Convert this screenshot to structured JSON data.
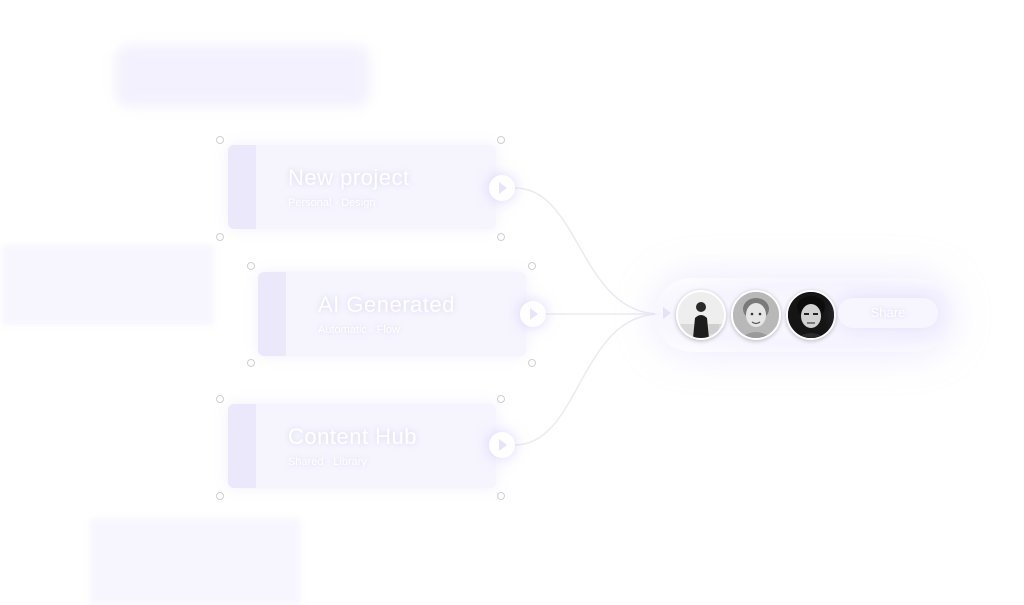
{
  "flow": {
    "nodes": [
      {
        "title": "New project",
        "subtitle": "Personal · Design"
      },
      {
        "title": "AI Generated",
        "subtitle": "Automatic · Flow"
      },
      {
        "title": "Content Hub",
        "subtitle": "Shared · Library"
      }
    ],
    "hub": {
      "label": "Share",
      "avatars": [
        "person-avatar-1",
        "person-avatar-2",
        "person-avatar-3"
      ]
    }
  },
  "colors": {
    "accent_soft": "#ebe8fb",
    "card_bg": "#f6f5fe",
    "edge": "#ebebf2"
  }
}
